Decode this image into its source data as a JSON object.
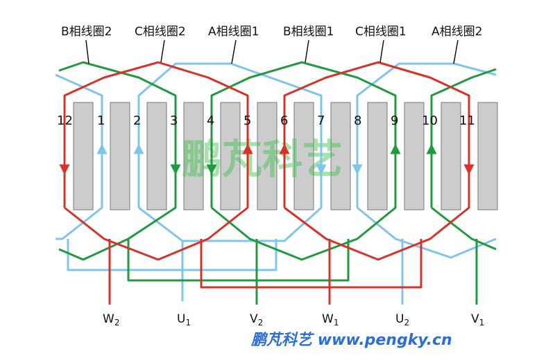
{
  "coil_labels": [
    "B相线圈2",
    "C相线圈2",
    "A相线圈1",
    "B相线圈1",
    "C相线圈1",
    "A相线圈2"
  ],
  "slot_numbers": [
    "12",
    "1",
    "2",
    "3",
    "4",
    "5",
    "6",
    "7",
    "8",
    "9",
    "10",
    "11"
  ],
  "terminals": [
    {
      "main": "W",
      "sub": "2"
    },
    {
      "main": "U",
      "sub": "1"
    },
    {
      "main": "V",
      "sub": "2"
    },
    {
      "main": "W",
      "sub": "1"
    },
    {
      "main": "U",
      "sub": "2"
    },
    {
      "main": "V",
      "sub": "1"
    }
  ],
  "watermark": "鹏芃科艺",
  "footer": {
    "brand": "鹏芃科艺",
    "url": "www.pengky.cn"
  },
  "colors": {
    "phase_a_u": "#7fc4ea",
    "phase_b_v": "#1f9a3f",
    "phase_c_w": "#d93028",
    "slot": "#cccccc",
    "slot_border": "#777777"
  }
}
